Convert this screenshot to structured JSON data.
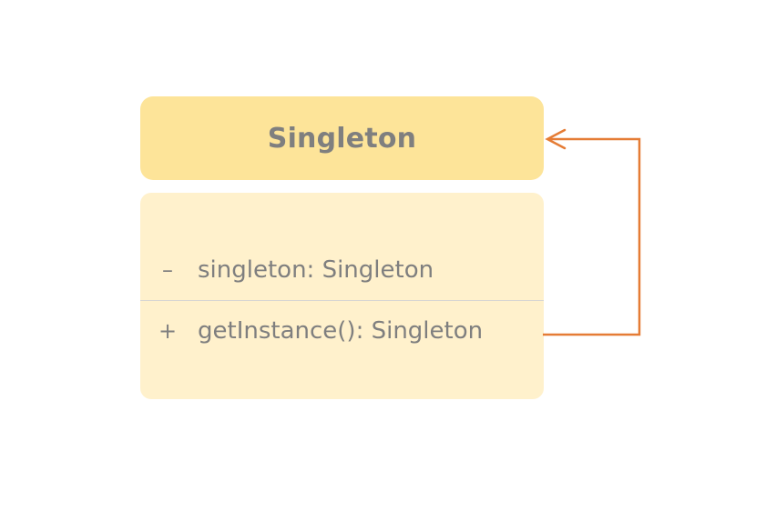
{
  "colors": {
    "header_fill": "#fde499",
    "body_fill": "#fff1cc",
    "text": "#7f7f7f",
    "arrow": "#e57c35"
  },
  "uml_class": {
    "name": "Singleton",
    "attributes": [
      {
        "visibility": "–",
        "text": "singleton: Singleton"
      }
    ],
    "operations": [
      {
        "visibility": "+",
        "text": "getInstance(): Singleton"
      }
    ]
  },
  "relation": {
    "type": "self-association-arrow",
    "from": "getInstance(): Singleton",
    "to": "Singleton",
    "arrowhead": "open"
  }
}
